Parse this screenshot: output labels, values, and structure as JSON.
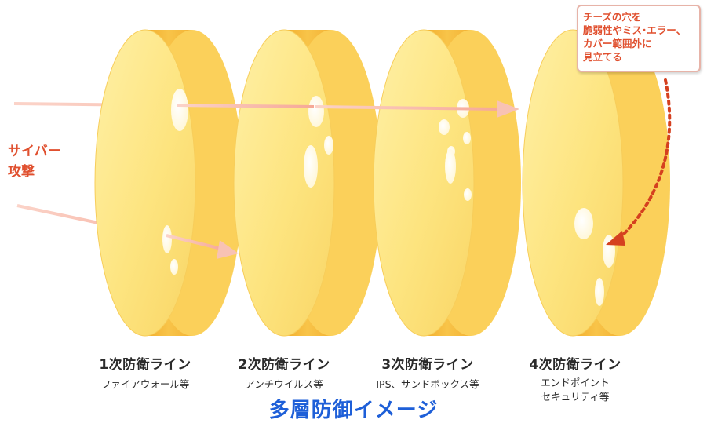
{
  "attack_label": "サイバー\n攻撃",
  "callout_text": "チーズの穴を\n脆弱性やミス･エラー、\nカバー範囲外に\n見立てる",
  "layers": [
    {
      "title": "1次防衛ライン",
      "subtitle": "ファイアウォール等"
    },
    {
      "title": "2次防衛ライン",
      "subtitle": "アンチウイルス等"
    },
    {
      "title": "3次防衛ライン",
      "subtitle": "IPS、サンドボックス等"
    },
    {
      "title": "4次防衛ライン",
      "subtitle": "エンドポイント\nセキュリティ等"
    }
  ],
  "caption": "多層防御イメージ",
  "colors": {
    "cheese_face": "#fde07a",
    "cheese_edge": "#f5b93a",
    "arrow": "#f7b6a6",
    "attack_text": "#e0502f",
    "callout_arrow": "#d5401f",
    "caption": "#1e5fd8"
  }
}
